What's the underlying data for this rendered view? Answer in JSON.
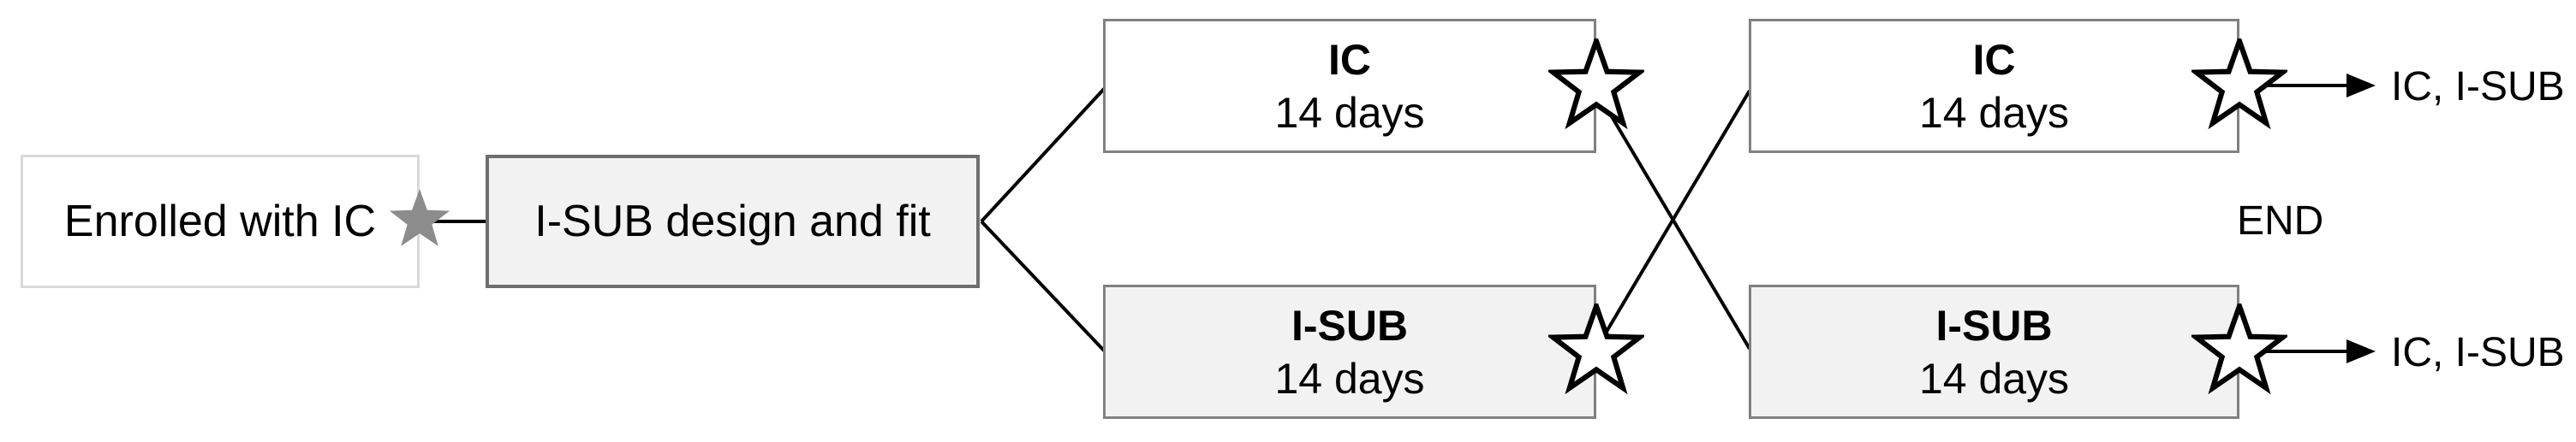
{
  "flow": {
    "start_box": {
      "label": "Enrolled with IC"
    },
    "fit_box": {
      "label": "I-SUB design and fit"
    },
    "period1": {
      "top": {
        "title": "IC",
        "subtitle": "14 days"
      },
      "bottom": {
        "title": "I-SUB",
        "subtitle": "14 days"
      }
    },
    "period2": {
      "top": {
        "title": "IC",
        "subtitle": "14 days"
      },
      "bottom": {
        "title": "I-SUB",
        "subtitle": "14 days"
      }
    },
    "outcome_top": "IC, I-SUB",
    "outcome_bottom": "IC, I-SUB",
    "end_label": "END",
    "icons": {
      "enrollment_star": "filled-star",
      "assessment_star": "outline-star",
      "flow_arrow": "right-arrow"
    },
    "colors": {
      "shaded_box_fill": "#f2f2f2",
      "plain_box_fill": "#ffffff",
      "box_border": "#808080",
      "light_box_border": "#d9d9d9",
      "filled_star": "#8c8c8c",
      "connector": "#000000"
    }
  }
}
